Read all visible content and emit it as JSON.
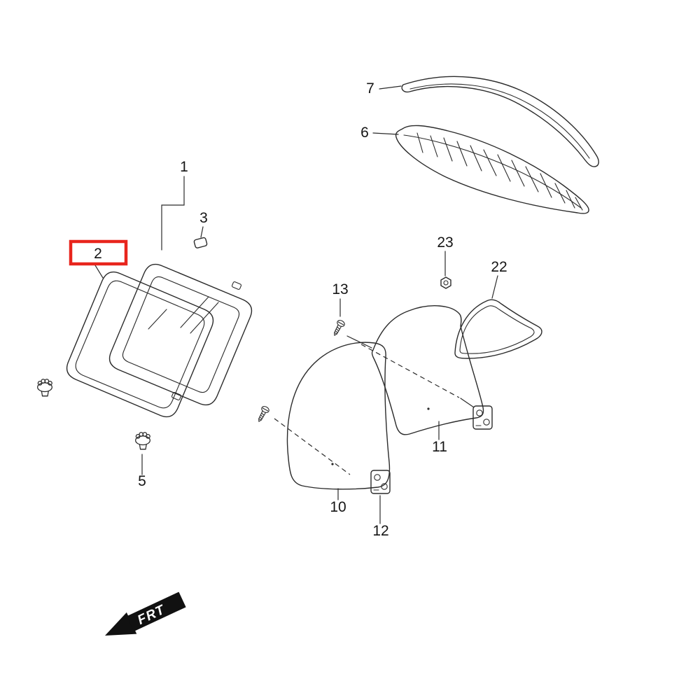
{
  "diagram": {
    "highlight_color": "#e8251d",
    "line_color": "#2b2b2b",
    "labels": {
      "p1": "1",
      "p2": "2",
      "p3": "3",
      "p5": "5",
      "p6": "6",
      "p7": "7",
      "p10": "10",
      "p11": "11",
      "p12": "12",
      "p13": "13",
      "p22": "22",
      "p23": "23"
    },
    "frt": "FRT"
  }
}
